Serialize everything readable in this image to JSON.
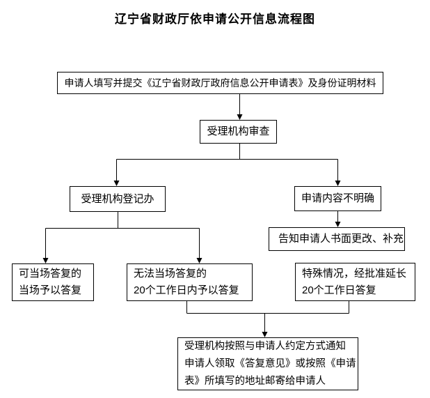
{
  "page": {
    "background_color": "#ffffff",
    "line_color": "#000000",
    "text_color": "#000000"
  },
  "title": "辽宁省财政厅依申请公开信息流程图",
  "flow": {
    "submit": {
      "label": "申请人填写并提交《辽宁省财政厅政府信息公开申请表》及身份证明材料"
    },
    "review": {
      "label": "受理机构审查"
    },
    "register": {
      "label": "受理机构登记办"
    },
    "unclear": {
      "label": "申请内容不明确"
    },
    "notify": {
      "label": "告知申请人书面更改、补充"
    },
    "onspot": {
      "lines": [
        "可当场答复的",
        "当场予以答复"
      ]
    },
    "within20": {
      "lines": [
        "无法当场答复的",
        "20个工作日内予以答复"
      ]
    },
    "special": {
      "lines": [
        "特殊情况，经批准延长",
        "20个工作日答复"
      ]
    },
    "final": {
      "lines": [
        "受理机构按照与申请人约定方式通知",
        "申请人领取《答复意见》或按照《申请",
        "表》所填写的地址邮寄给申请人"
      ]
    }
  }
}
